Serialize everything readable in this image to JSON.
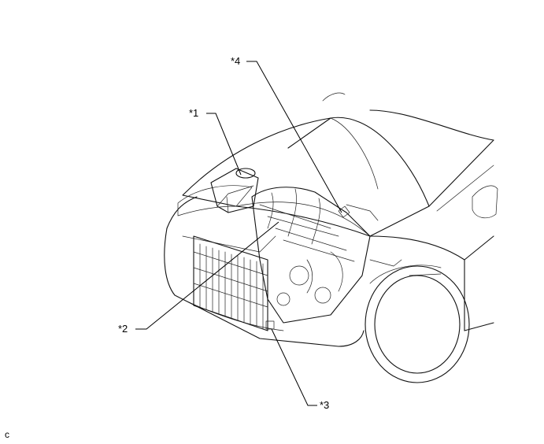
{
  "callouts": [
    {
      "id": "1",
      "label": "*1"
    },
    {
      "id": "2",
      "label": "*2"
    },
    {
      "id": "3",
      "label": "*3"
    },
    {
      "id": "4",
      "label": "*4"
    }
  ],
  "corner_code": "c",
  "colors": {
    "line": "#111111",
    "background": "#ffffff"
  }
}
